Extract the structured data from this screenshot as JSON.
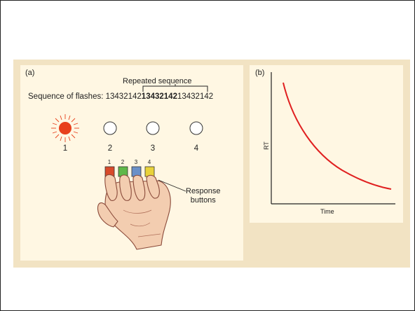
{
  "panel_a": {
    "label": "(a)",
    "repeated_label": "Repeated sequence",
    "sequence_prefix": "Sequence of flashes:",
    "sequence_pre": "13432142",
    "sequence_repeat": "13432142",
    "sequence_post": "13432142",
    "light_numbers": [
      "1",
      "2",
      "3",
      "4"
    ],
    "button_numbers": [
      "1",
      "2",
      "3",
      "4"
    ],
    "callout": [
      "Response",
      "buttons"
    ],
    "colors": {
      "lit": "#e8401c",
      "button_1": "#d84a2a",
      "button_2": "#5fb84a",
      "button_3": "#6a90c8",
      "button_4": "#e8d23a"
    }
  },
  "panel_b": {
    "label": "(b)",
    "y_label": "RT",
    "x_label": "Time",
    "curve_color": "#e02020"
  }
}
